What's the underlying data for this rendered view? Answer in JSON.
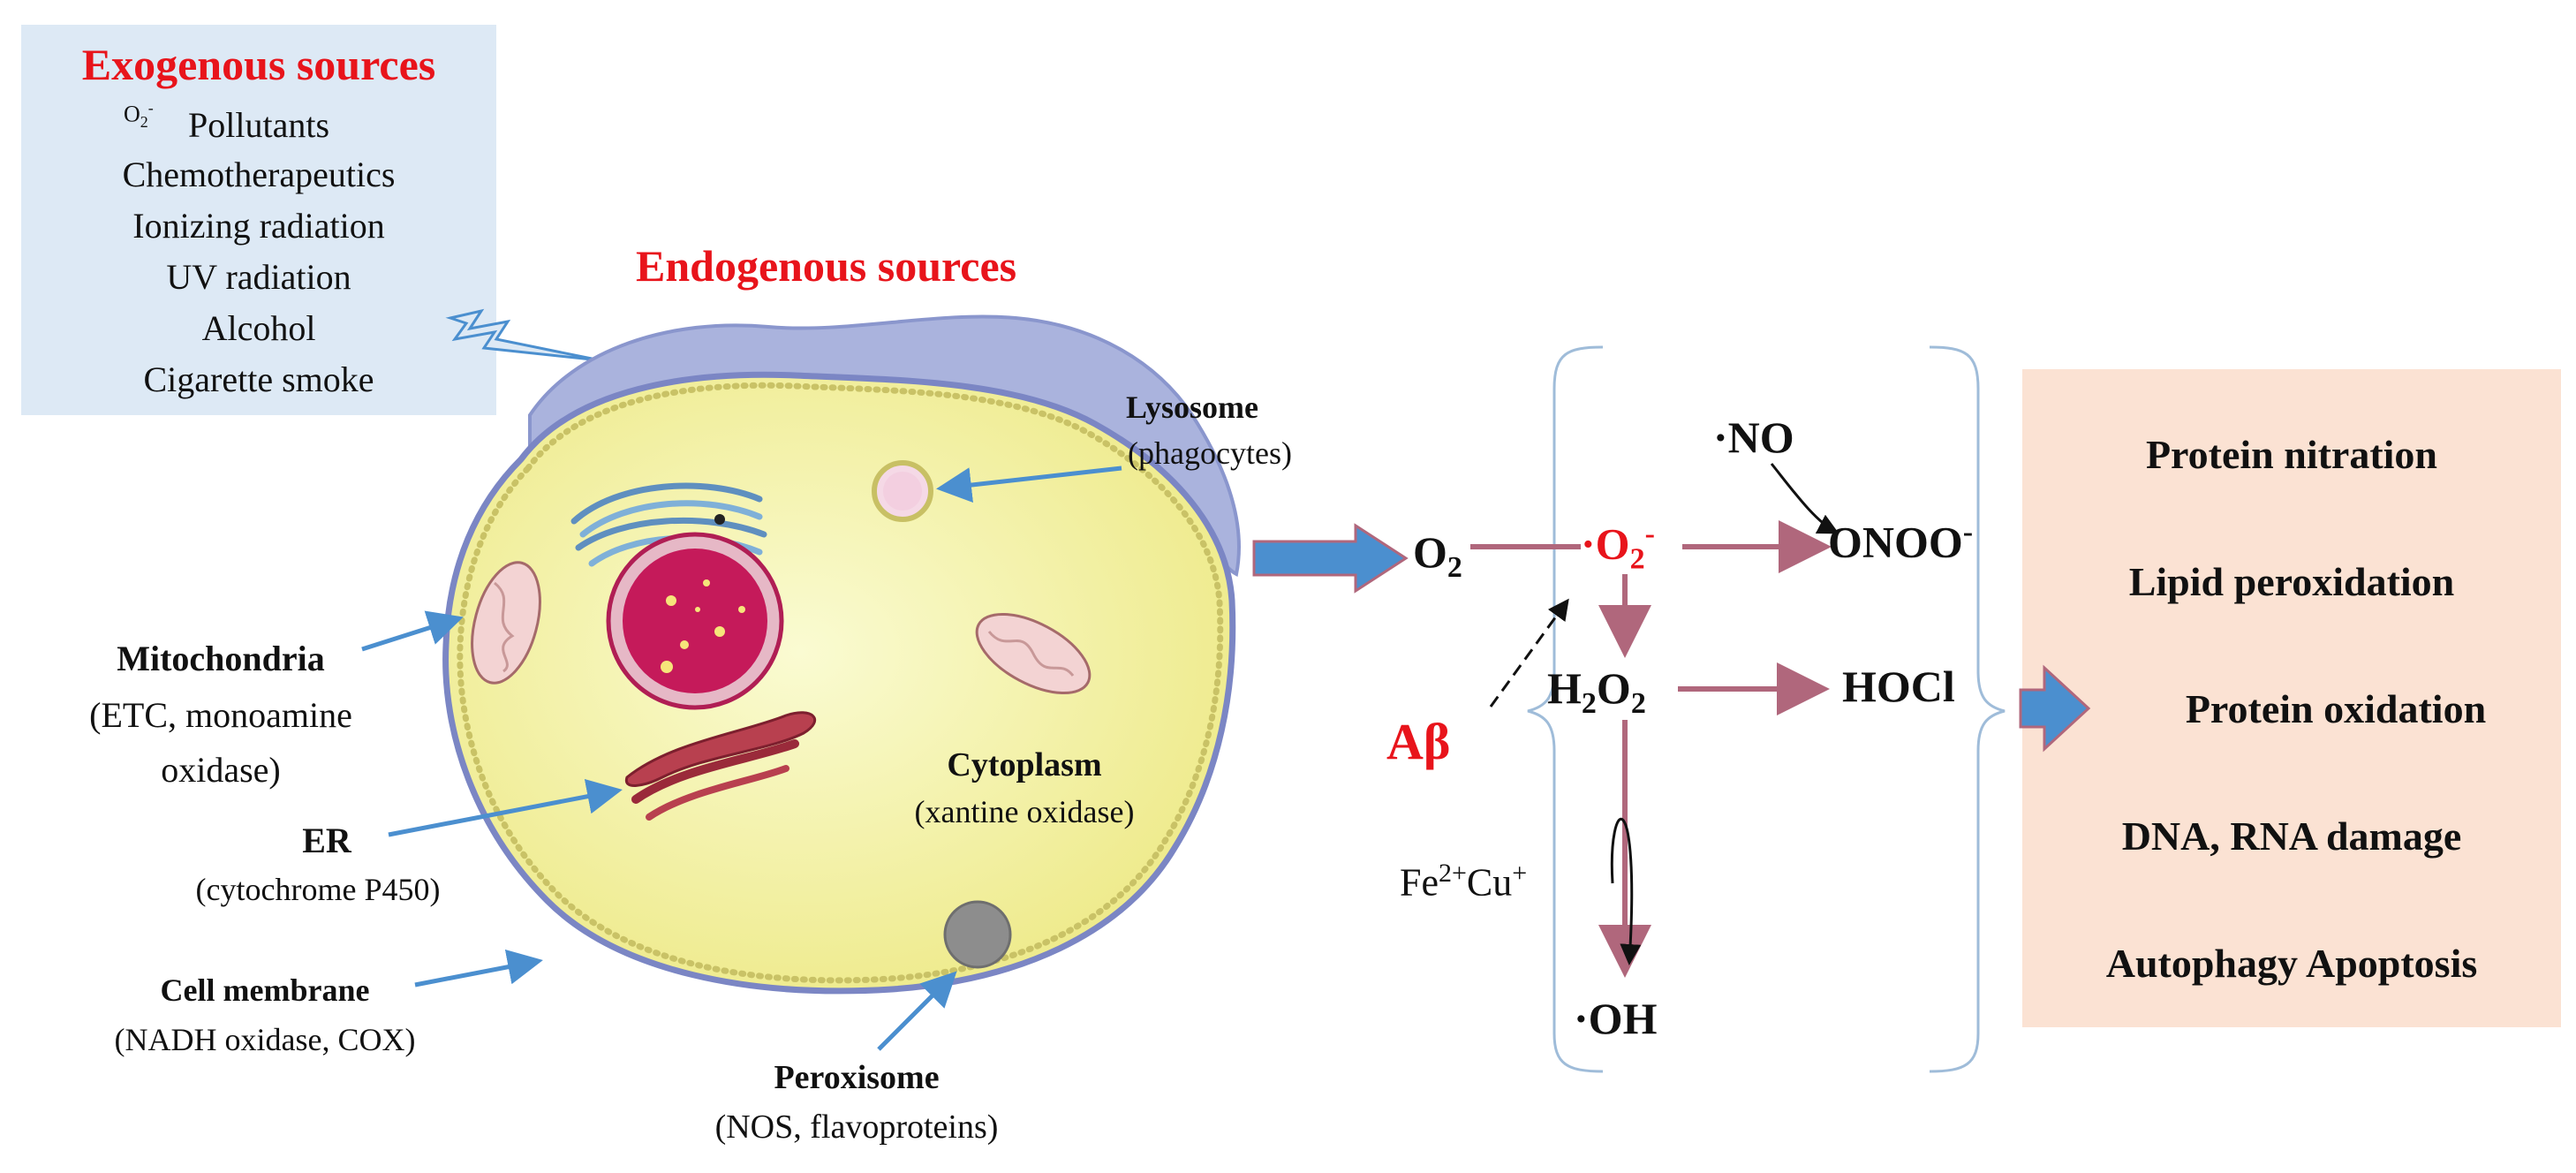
{
  "exogenous": {
    "title": "Exogenous sources",
    "o2_label": "O",
    "o2_sub": "2",
    "o2_sup": "-",
    "items": [
      "Pollutants",
      "Chemotherapeutics",
      "Ionizing  radiation",
      "UV radiation",
      "Alcohol",
      "Cigarette  smoke"
    ]
  },
  "endogenous": {
    "title": "Endogenous sources"
  },
  "cell_labels": {
    "lysosome": {
      "name": "Lysosome",
      "detail": "(phagocytes)"
    },
    "mitochondria": {
      "name": "Mitochondria",
      "detail1": "(ETC, monoamine",
      "detail2": "oxidase)"
    },
    "er": {
      "name": "ER",
      "detail": "(cytochrome P450)"
    },
    "cytoplasm": {
      "name": "Cytoplasm",
      "detail": "(xantine oxidase)"
    },
    "cell_membrane": {
      "name": "Cell membrane",
      "detail": "(NADH oxidase, COX)"
    },
    "peroxisome": {
      "name": "Peroxisome",
      "detail": "(NOS, flavoproteins)"
    }
  },
  "reactions": {
    "o2": "O",
    "o2_sub": "2",
    "superoxide": "·O",
    "superoxide_sub": "2",
    "superoxide_sup": "-",
    "no": "·NO",
    "onoo": "ONOO",
    "onoo_sup": "-",
    "h2o2_h": "H",
    "h2o2_sub1": "2",
    "h2o2_o": "O",
    "h2o2_sub2": "2",
    "hocl": "HOCl",
    "abeta": "Aβ",
    "metals_fe": "Fe",
    "metals_fe_sup": "2+",
    "metals_cu": "Cu",
    "metals_cu_sup": "+",
    "oh": "·OH"
  },
  "effects": [
    "Protein nitration",
    "Lipid peroxidation",
    "Protein oxidation",
    "DNA, RNA damage",
    "Autophagy Apoptosis"
  ],
  "colors": {
    "red": "#e8141b",
    "arrow_blue": "#4b8fcf",
    "arrow_mauve": "#b0677c",
    "exo_bg": "#dde9f5",
    "effects_bg": "#fbe2d3",
    "cell_fill": "#f3f1a6",
    "membrane": "#8a96cd"
  }
}
